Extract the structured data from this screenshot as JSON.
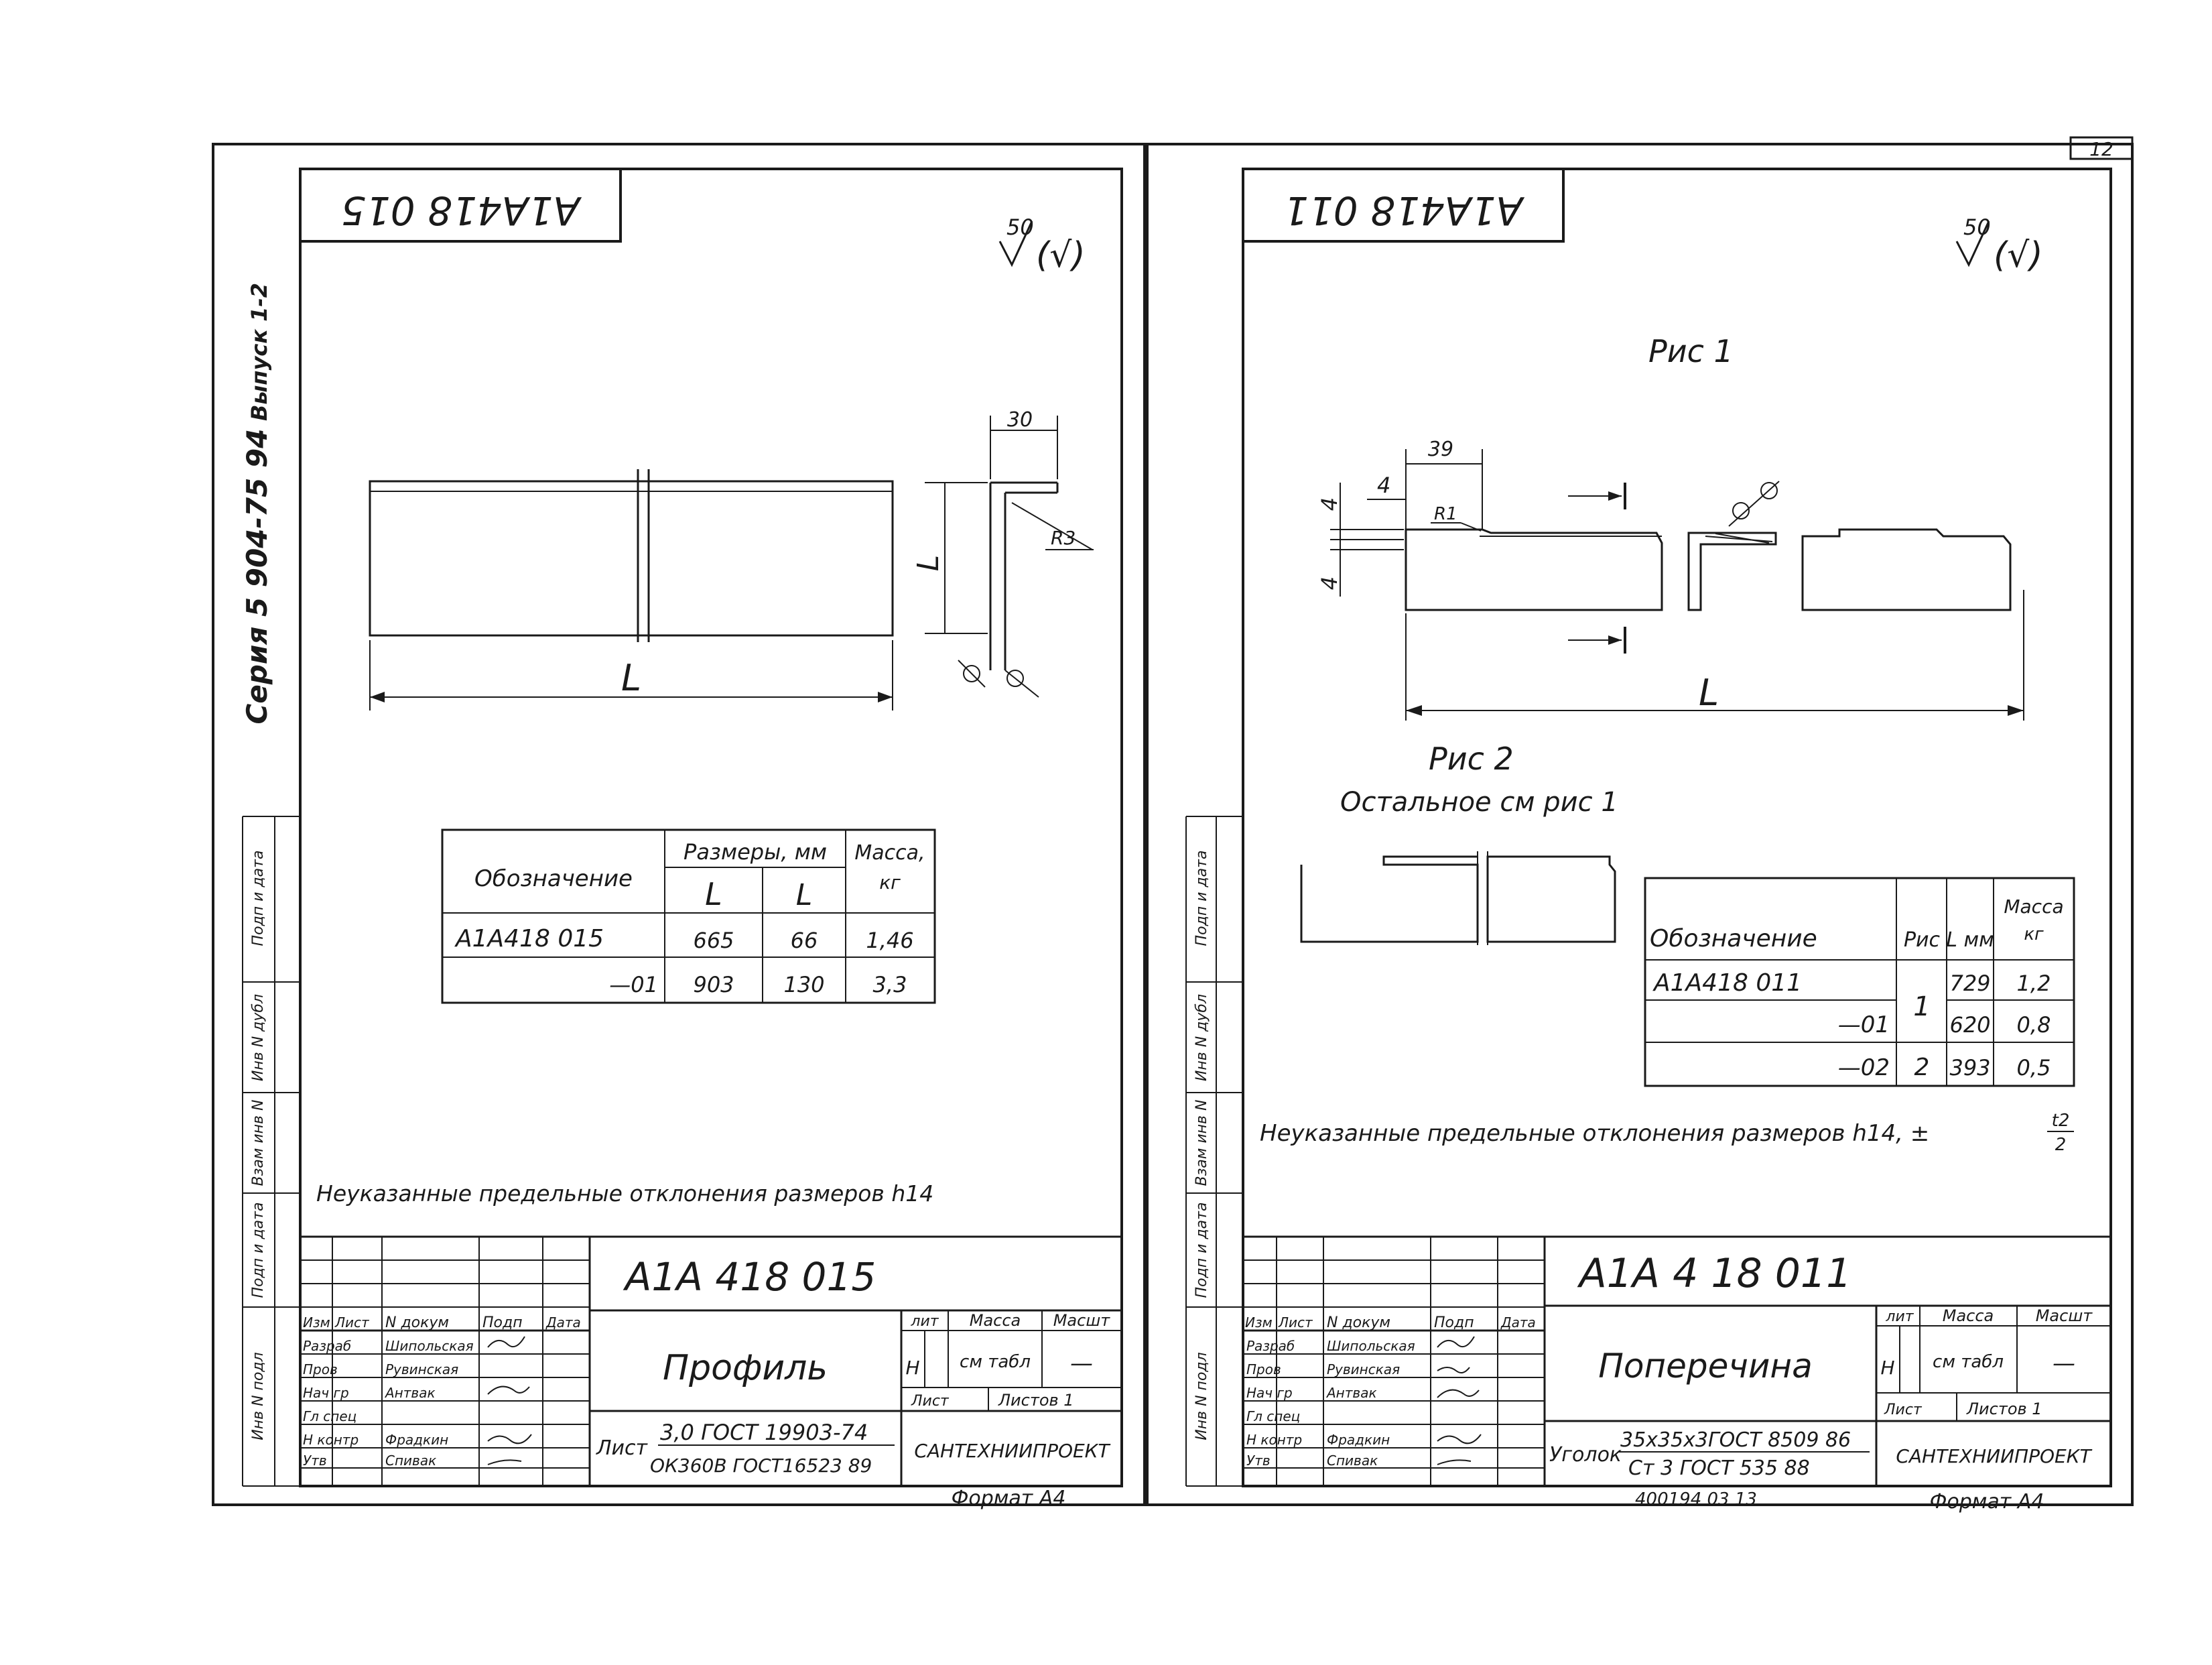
{
  "page_number": "12",
  "left_sheet": {
    "rotated_code": "A1A418 015",
    "roughness": "50",
    "roughness_symbol": "(√)",
    "series_text": "Серия 5 904-75 94",
    "issue_text": "Выпуск 1-2",
    "dims": {
      "width_top": "30",
      "radius": "R3",
      "l_small": "L",
      "l_big": "L"
    },
    "table": {
      "headers": {
        "designation": "Обозначение",
        "sizes": "Размеры, мм",
        "mass": "Масса,",
        "mass_unit": "кг",
        "L": "L",
        "l": "L"
      },
      "rows": [
        {
          "designation": "A1A418 015",
          "L": "665",
          "l": "66",
          "mass": "1,46"
        },
        {
          "designation": "—01",
          "L": "903",
          "l": "130",
          "mass": "3,3"
        }
      ]
    },
    "note": "Неуказанные предельные отклонения размеров h14",
    "title_block": {
      "doc_code": "A1A 418 015",
      "name": "Профиль",
      "lit_header": "лит",
      "mass_header": "Масса",
      "scale_header": "Масшт",
      "lit_value": "Н",
      "mass_value": "см табл",
      "scale_value": "—",
      "sheet_label": "Лист",
      "sheets_label": "Листов 1",
      "material_prefix": "Лист",
      "material_top": "3,0 ГОСТ 19903-74",
      "material_bottom": "ОК360В ГОСТ16523 89",
      "org": "САНТЕХНИИПРОЕКТ",
      "format": "Формат А4",
      "roles": [
        "Изм",
        "Лист",
        "N докум",
        "Подп",
        "Дата"
      ],
      "signers": [
        {
          "role": "Разраб",
          "name": "Шипольская"
        },
        {
          "role": "Пров",
          "name": "Рувинская"
        },
        {
          "role": "Нач гр",
          "name": "Антвак"
        },
        {
          "role": "Гл спец",
          "name": ""
        },
        {
          "role": "Н контр",
          "name": "Фрадкин"
        },
        {
          "role": "Утв",
          "name": "Спивак"
        }
      ]
    },
    "side_labels": [
      "Инв N подл",
      "Подп и дата",
      "Взам инв N",
      "Инв N дубл",
      "Подп и дата"
    ]
  },
  "right_sheet": {
    "rotated_code": "A1A418 011",
    "roughness": "50",
    "roughness_symbol": "(√)",
    "fig1_title": "Рис 1",
    "fig2_title": "Рис 2",
    "fig2_note": "Остальное см рис 1",
    "dims": {
      "d39": "39",
      "d4a": "4",
      "d4b": "4",
      "d4c": "4",
      "r1": "R1",
      "L": "L"
    },
    "table": {
      "headers": {
        "designation": "Обозначение",
        "fig": "Рис",
        "L": "L мм",
        "mass": "Масса",
        "mass_unit": "кг"
      },
      "rows": [
        {
          "designation": "A1A418 011",
          "fig": "1",
          "L": "729",
          "mass": "1,2"
        },
        {
          "designation": "—01",
          "fig": "",
          "L": "620",
          "mass": "0,8"
        },
        {
          "designation": "—02",
          "fig": "2",
          "L": "393",
          "mass": "0,5"
        }
      ]
    },
    "note": "Неуказанные предельные отклонения размеров h14, ±",
    "note_frac_top": "t2",
    "note_frac_bottom": "2",
    "title_block": {
      "doc_code": "A1A 4 18 011",
      "name": "Поперечина",
      "lit_header": "лит",
      "mass_header": "Масса",
      "scale_header": "Масшт",
      "lit_value": "Н",
      "mass_value": "см табл",
      "scale_value": "—",
      "sheet_label": "Лист",
      "sheets_label": "Листов 1",
      "material_prefix": "Уголок",
      "material_top": "35х35х3ГОСТ 8509 86",
      "material_bottom": "Ст 3 ГОСТ 535 88",
      "org": "САНТЕХНИИПРОЕКТ",
      "format": "Формат А4",
      "archive": "400194 03    13",
      "roles": [
        "Изм",
        "Лист",
        "N докум",
        "Подп",
        "Дата"
      ],
      "signers": [
        {
          "role": "Разраб",
          "name": "Шипольская"
        },
        {
          "role": "Пров",
          "name": "Рувинская"
        },
        {
          "role": "Нач гр",
          "name": "Антвак"
        },
        {
          "role": "Гл спец",
          "name": ""
        },
        {
          "role": "Н контр",
          "name": "Фрадкин"
        },
        {
          "role": "Утв",
          "name": "Спивак"
        }
      ]
    },
    "side_labels": [
      "Инв N подл",
      "Подп и дата",
      "Взам инв N",
      "Инв N дубл",
      "Подп и дата"
    ]
  }
}
